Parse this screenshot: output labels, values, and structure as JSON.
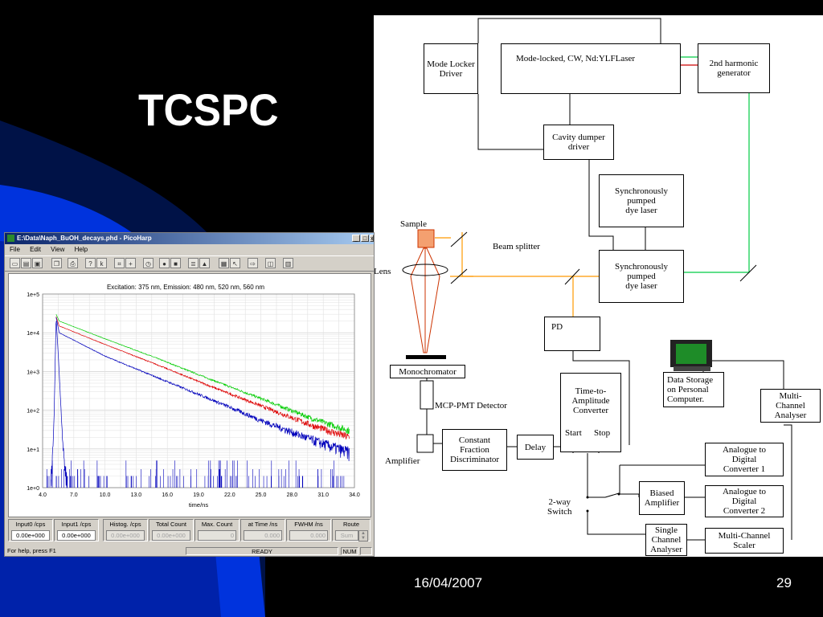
{
  "slide": {
    "title": "TCSPC",
    "date": "16/04/2007",
    "page_number": "29",
    "colors": {
      "background": "#000000",
      "accent_blue": "#0033cc",
      "title_text": "#ffffff"
    }
  },
  "picoharp": {
    "window_title": "E:\\Data\\Naph_BuOH_decays.phd - PicoHarp",
    "window_buttons": [
      "_",
      "□",
      "x"
    ],
    "menu": [
      "File",
      "Edit",
      "View",
      "Help"
    ],
    "toolbar_icons": [
      "new-icon",
      "open-icon",
      "save-icon",
      "copy-icon",
      "print-icon",
      "help-icon",
      "context-help-icon",
      "zoom-icon",
      "crosshair-icon",
      "clock-icon",
      "record-icon",
      "stop-icon",
      "list-icon",
      "peak-icon",
      "grid-icon",
      "cursor-icon",
      "export-icon",
      "window-icon",
      "calculator-icon"
    ],
    "plot": {
      "title": "Excitation: 375 nm, Emission: 480 nm, 520 nm, 560 nm",
      "xlabel": "time/ns",
      "x_ticks": [
        "4.0",
        "7.0",
        "10.0",
        "13.0",
        "16.0",
        "19.0",
        "22.0",
        "25.0",
        "28.0",
        "31.0",
        "34.0"
      ],
      "y_ticks": [
        "1e+0",
        "1e+1",
        "1e+2",
        "1e+3",
        "1e+4",
        "1e+5"
      ]
    },
    "stats": [
      {
        "label": "Input0 /cps",
        "value": "0.00e+000",
        "enabled": true
      },
      {
        "label": "Input1 /cps",
        "value": "0.00e+000",
        "enabled": true
      },
      {
        "label": "Histog. /cps",
        "value": "0.00e+000",
        "enabled": false
      },
      {
        "label": "Total Count",
        "value": "0.00e+000",
        "enabled": false
      },
      {
        "label": "Max. Count",
        "value": "0",
        "enabled": false
      },
      {
        "label": "at Time /ns",
        "value": "0.000",
        "enabled": false
      },
      {
        "label": "FWHM /ns",
        "value": "0.000",
        "enabled": false
      },
      {
        "label": "Route",
        "value": "Sum",
        "enabled": false
      }
    ],
    "status": {
      "help": "For help, press F1",
      "state": "READY",
      "mode": "NUM"
    }
  },
  "chart_data": {
    "type": "line",
    "title": "Excitation: 375 nm, Emission: 480 nm, 520 nm, 560 nm",
    "xlabel": "time/ns",
    "ylabel": "",
    "x_scale": "linear",
    "y_scale": "log",
    "xlim": [
      4.0,
      34.0
    ],
    "ylim": [
      1,
      100000
    ],
    "grid": true,
    "series": [
      {
        "color": "#00cc00",
        "x": [
          5.3,
          5.6,
          10,
          15,
          20,
          25,
          30,
          33.5
        ],
        "y": [
          30000,
          20000,
          7000,
          2200,
          650,
          200,
          60,
          30
        ]
      },
      {
        "color": "#dd0000",
        "x": [
          5.3,
          5.6,
          10,
          15,
          20,
          25,
          30,
          33.5
        ],
        "y": [
          26000,
          15000,
          5000,
          1500,
          430,
          130,
          40,
          20
        ]
      },
      {
        "color": "#0000bb",
        "x": [
          5.3,
          5.6,
          10,
          15,
          20,
          25,
          30,
          33.5
        ],
        "y": [
          25000,
          10000,
          2500,
          700,
          200,
          55,
          17,
          8
        ]
      },
      {
        "color": "#0000bb",
        "x": [
          4.8,
          5.1,
          5.3,
          5.5,
          5.8,
          6.0,
          6.4
        ],
        "y": [
          1,
          50,
          25000,
          3000,
          80,
          8,
          1
        ]
      }
    ]
  },
  "schematic": {
    "boxes": {
      "mode_locker": "Mode Locker\nDriver",
      "laser": "Mode-locked, CW, Nd:YLFLaser",
      "harmonic": "2nd harmonic\ngenerator",
      "cavity_dumper": "Cavity dumper\ndriver",
      "dye_laser_1": "Synchronously\npumped\ndye laser",
      "dye_laser_2": "Synchronously\npumped\ndye laser",
      "pd": "PD",
      "monochromator": "Monochromator",
      "cfd": "Constant\nFraction\nDiscriminator",
      "delay": "Delay",
      "tac": "Time-to-\nAmplitude\nConverter",
      "data_storage": "Data Storage\non Personal\nComputer.",
      "mca": "Multi-\nChannel\nAnalyser",
      "adc1": "Analogue to\nDigital\nConverter 1",
      "adc2": "Analogue to\nDigital\nConverter 2",
      "biased_amp": "Biased\nAmplifier",
      "sca": "Single\nChannel\nAnalyser",
      "mcs": "Multi-Channel\nScaler"
    },
    "labels": {
      "sample": "Sample",
      "beam_splitter": "Beam splitter",
      "lens": "Lens",
      "mcp": "MCP-PMT Detector",
      "amplifier": "Amplifier",
      "start": "Start",
      "stop": "Stop",
      "switch": "2-way\nSwitch"
    },
    "colors": {
      "green_beam": "#00cc44",
      "red_beam": "#cc0000",
      "orange_beam": "#ff9900",
      "pink_beam": "#cc3300"
    }
  }
}
